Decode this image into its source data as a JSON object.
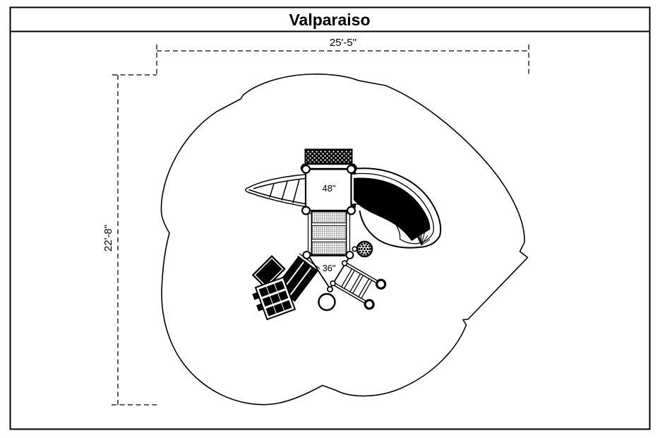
{
  "title": "Valparaiso",
  "dimensions": {
    "width": "25'-5\"",
    "height": "22'-8\""
  },
  "structure": {
    "deck_upper_label": "48\"",
    "deck_lower_label": "36\""
  },
  "components": {
    "boundary": "scalloped-safety-zone-outline",
    "roof": "dotted-hatch-panel",
    "bridge": "mesh-ramp",
    "slide": "curved-slide",
    "climber": "tapered-climber",
    "ladder": "loop-end-ladder",
    "panels": "activity-panels-with-grid",
    "wheel": "steering-wheel",
    "ring": "transfer-ring"
  },
  "colors": {
    "line": "#000000",
    "background": "#ffffff"
  }
}
